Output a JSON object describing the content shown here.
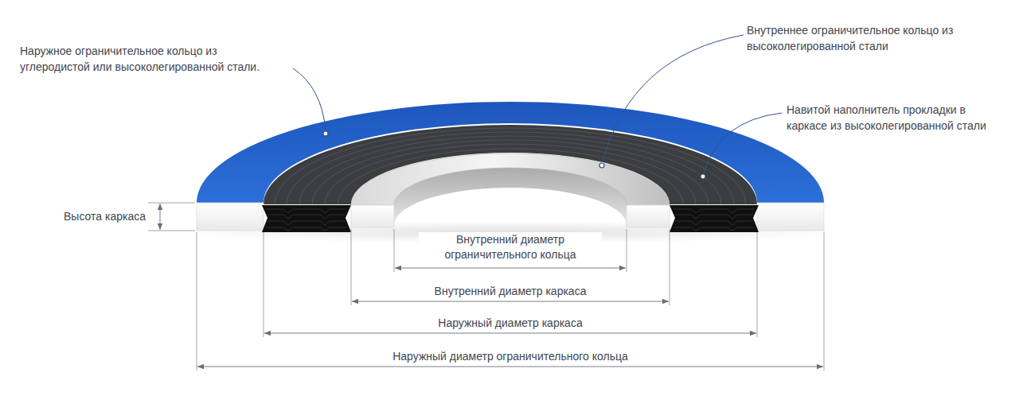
{
  "diagram": {
    "labels": [
      "Наружное ограничительное кольцо из углеродистой или высоколегированной стали.",
      "Внутреннее ограничительное кольцо из высоколегированной стали",
      "Навитой наполнитель прокладки в каркасе из высоколегированной стали",
      "Высота каркаса",
      "Внутренний диаметр ограничительного кольца",
      "Внутренний диаметр каркаса",
      "Наружный диаметр каркаса",
      "Наружный диаметр ограничительного кольца"
    ]
  }
}
